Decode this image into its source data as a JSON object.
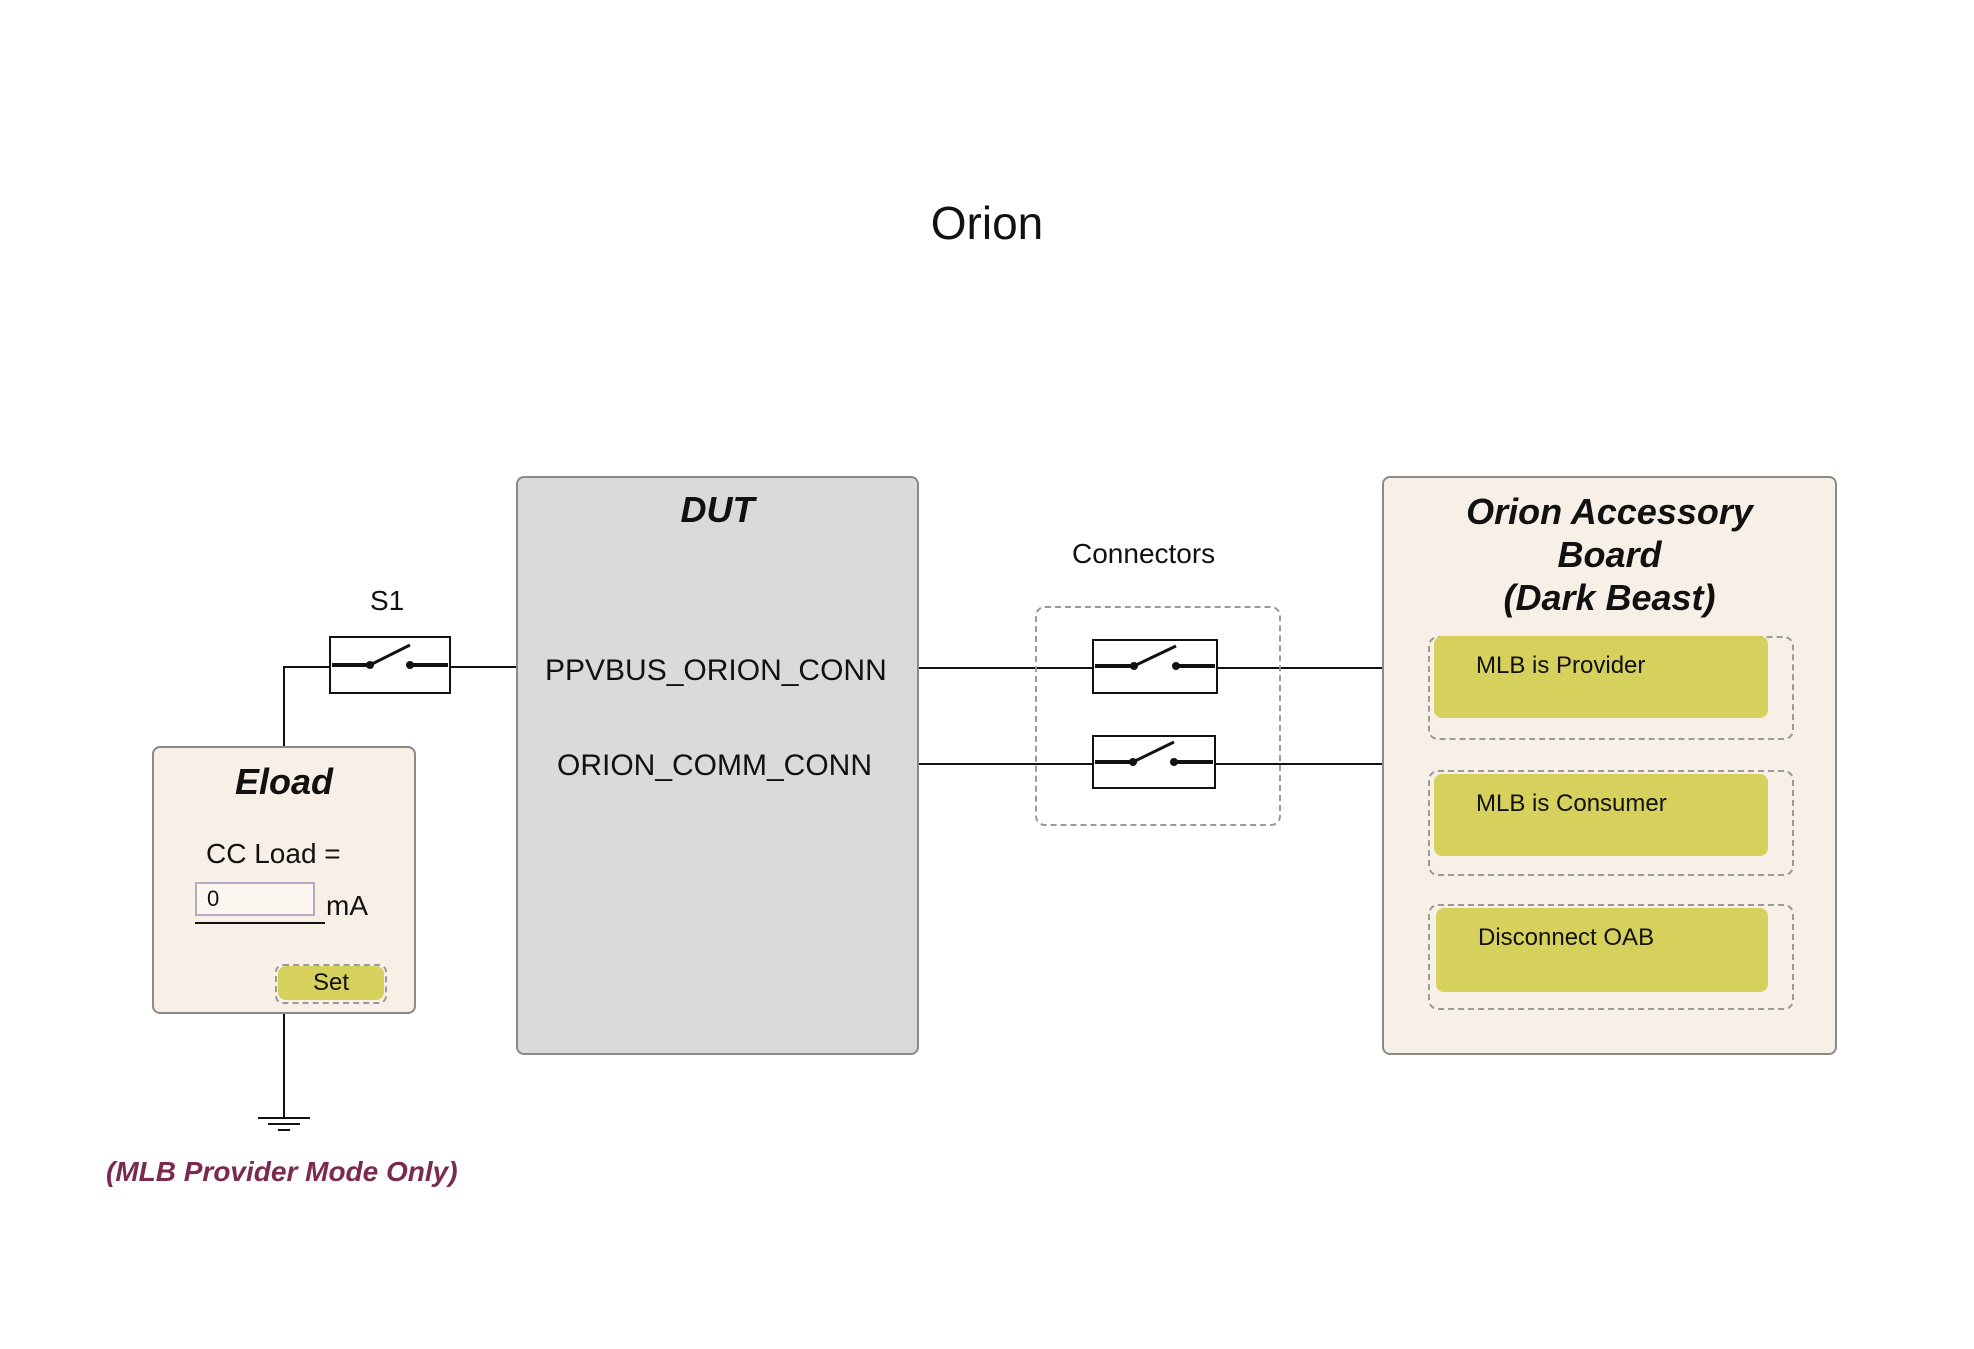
{
  "title": "Orion",
  "colors": {
    "panel_beige": "#f8f0e6",
    "panel_gray": "#dadada",
    "button_yellow": "#d6d05c",
    "note_color": "#7a2a4e"
  },
  "eload": {
    "title": "Eload",
    "cc_load_label": "CC Load =",
    "input_value": "0",
    "unit": "mA",
    "set_label": "Set"
  },
  "switch_s1": {
    "label": "S1"
  },
  "dut": {
    "title": "DUT",
    "signals": [
      "PPVBUS_ORION_CONN",
      "ORION_COMM_CONN"
    ]
  },
  "connectors": {
    "label": "Connectors"
  },
  "accessory": {
    "title_lines": [
      "Orion Accessory",
      "Board",
      "(Dark Beast)"
    ],
    "buttons": [
      "MLB is Provider",
      "MLB is Consumer",
      "Disconnect OAB"
    ]
  },
  "note": "(MLB Provider Mode Only)",
  "icons": {
    "switch": "switch-symbol-icon",
    "ground": "ground-icon"
  }
}
